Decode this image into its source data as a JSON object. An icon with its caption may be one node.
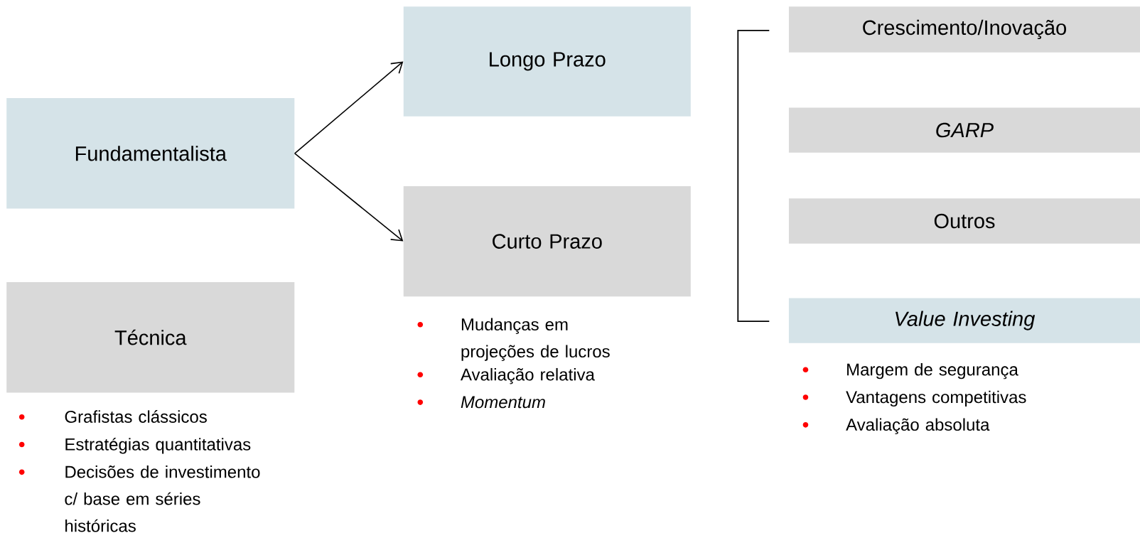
{
  "diagram": {
    "nodes": [
      {
        "text": [
          "Fundamentalista"
        ]
      },
      {
        "text": [
          "Longo Prazo"
        ]
      },
      {
        "text": [
          "Curto Prazo"
        ],
        "beside": [
          "Mudanças em projeções de lucros",
          "Avaliação relativa",
          "*Momentum*"
        ]
      },
      {
        "text": [
          "Técnica"
        ],
        "beside": [
          "Grafistas clássicos",
          "Estratégias quantitativas",
          "Decisões de investimento c/ base em séries históricas"
        ]
      },
      {
        "text": [
          "Crescimento/Inovação"
        ]
      },
      {
        "text": [
          "*GARP*"
        ]
      },
      {
        "text": [
          "Outros"
        ]
      },
      {
        "text": [
          "*Value Investing*"
        ],
        "beside": [
          "Margem de segurança",
          "Vantagens competitivas",
          "Avaliação absoluta"
        ]
      }
    ],
    "edges": [
      {
        "from": 0,
        "to": 1,
        "arrow": "to"
      },
      {
        "from": 0,
        "to": 2,
        "arrow": "to"
      }
    ]
  }
}
